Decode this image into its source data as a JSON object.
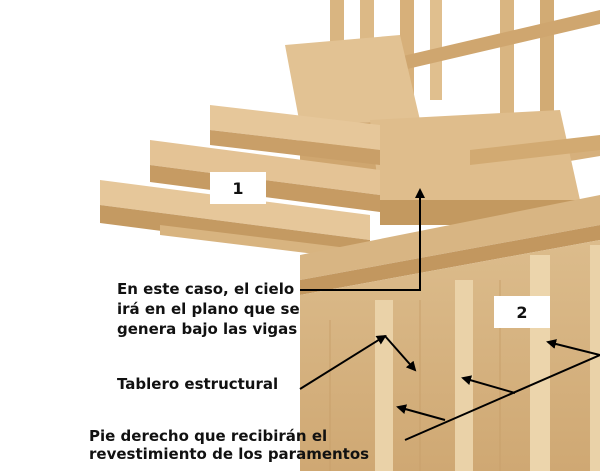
{
  "markers": {
    "one": "1",
    "two": "2"
  },
  "annotations": {
    "cielo": [
      "En este caso, el cielo",
      "irá en el plano que se",
      "genera bajo las vigas"
    ],
    "tablero": "Tablero estructural",
    "pie_derecho": [
      "Pie derecho que recibirán el",
      "revestimiento de los paramentos"
    ]
  },
  "colors": {
    "wood_light": "#e6c79a",
    "wood_mid": "#d2aa72",
    "wood_dark": "#b88a52",
    "panel": "#d9b889",
    "arrow": "#000000"
  }
}
